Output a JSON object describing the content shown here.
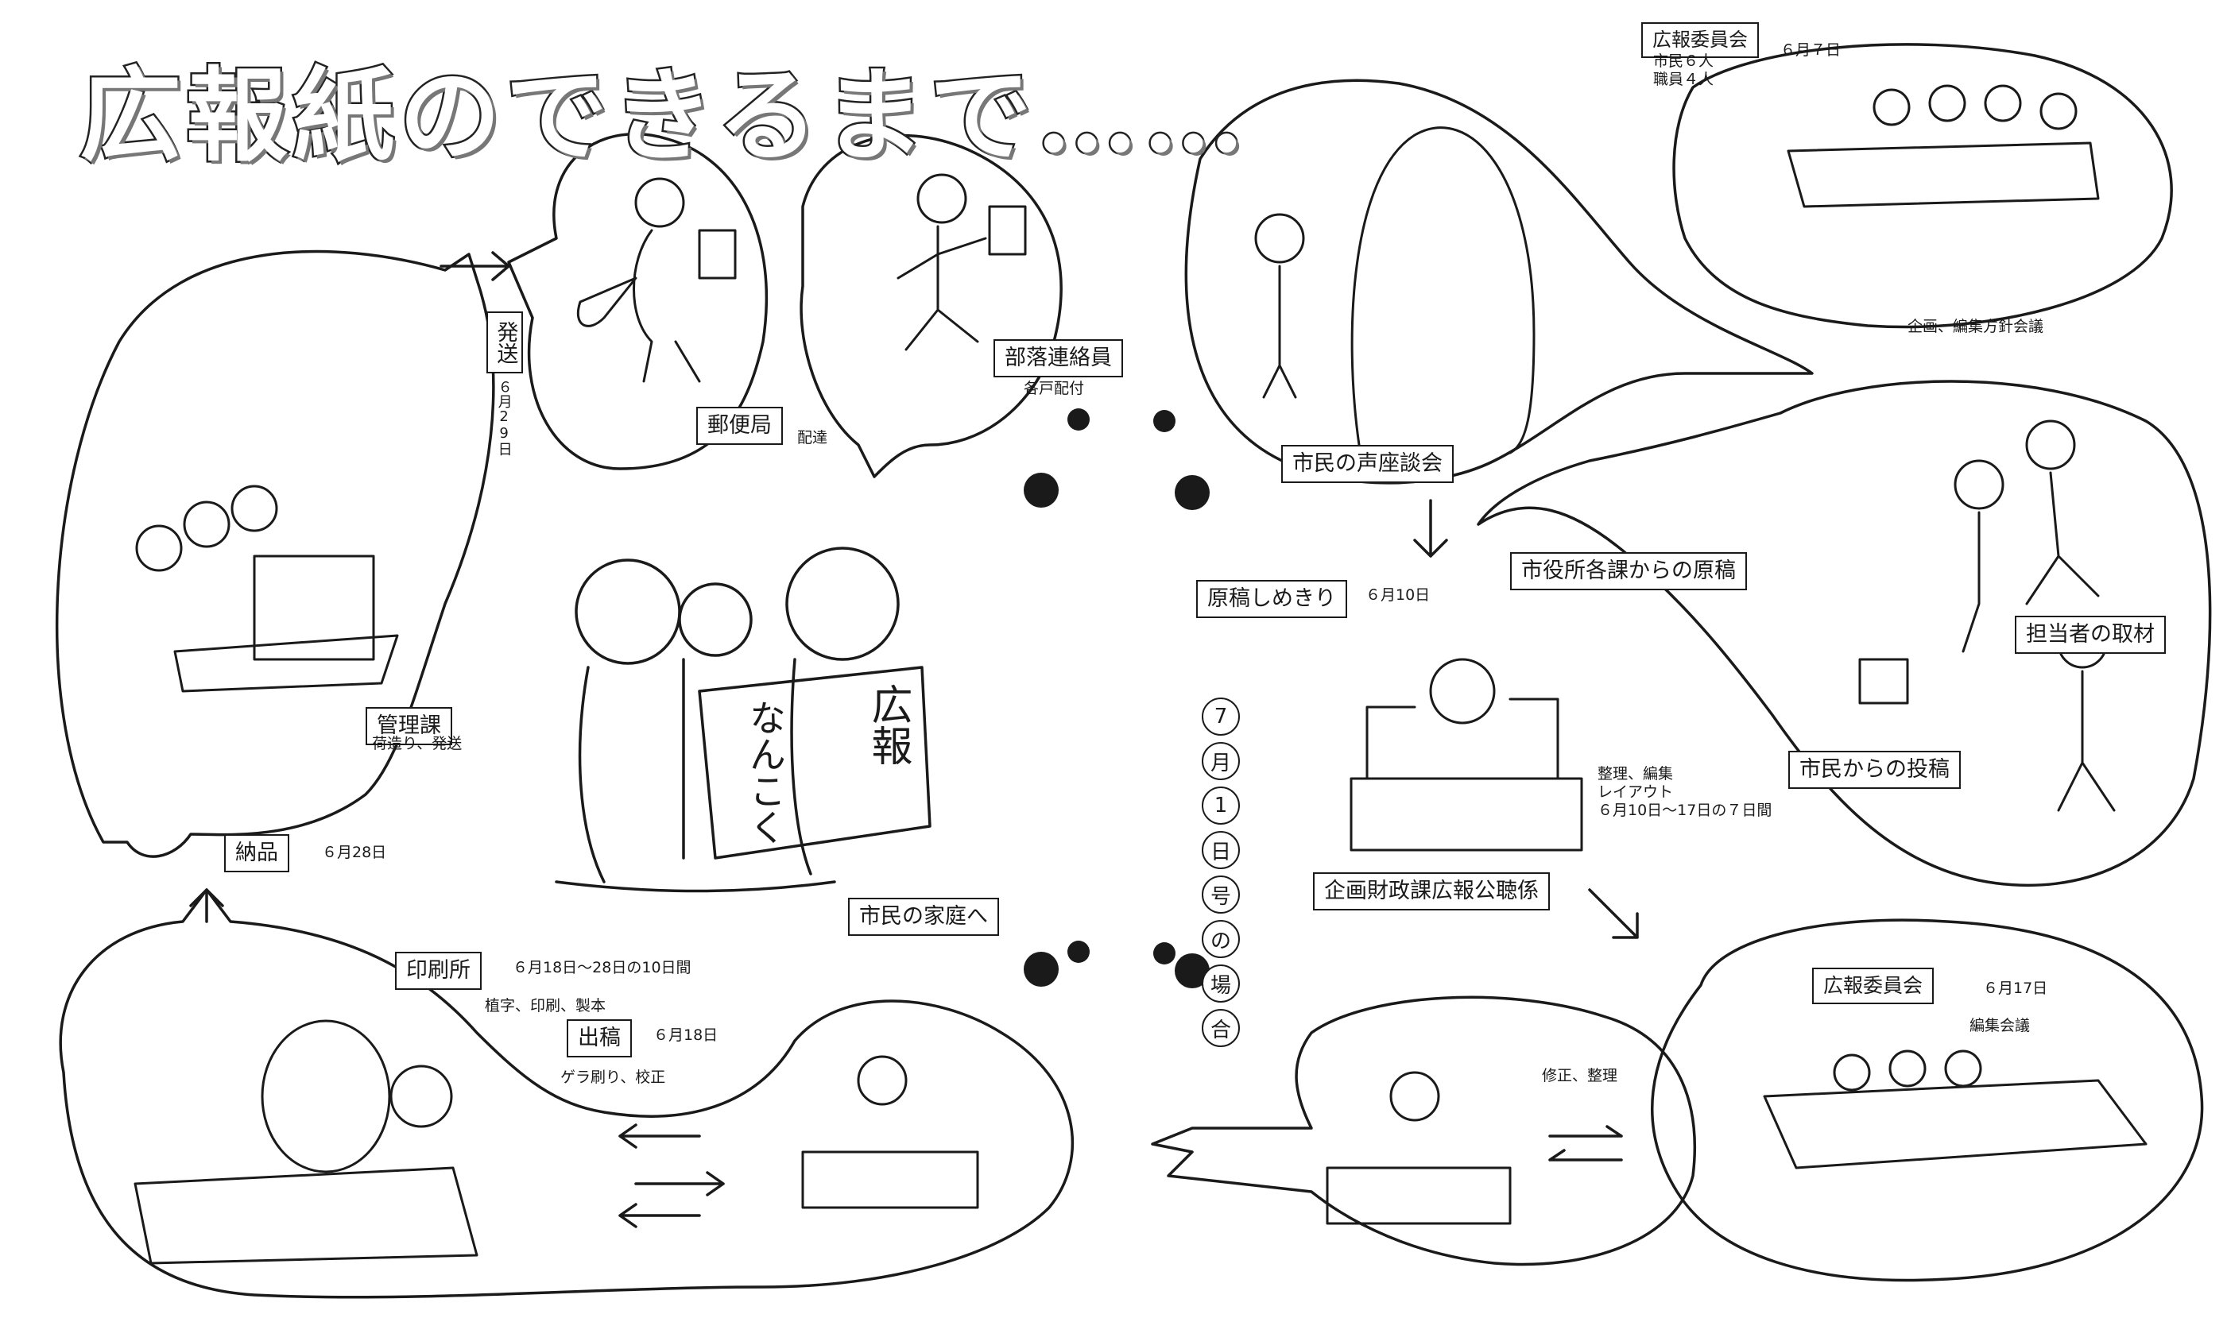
{
  "title": "広報紙のできるまで……",
  "date_badge": [
    "7",
    "月",
    "1",
    "日",
    "号",
    "の",
    "場",
    "合"
  ],
  "book_text": {
    "right": "広報",
    "left": "なんこく"
  },
  "stages": {
    "committee1": {
      "label": "広報委員会",
      "members": "市民６人\n職員４人",
      "date": "６月７日",
      "note": "企画、編集方針会議"
    },
    "forum": {
      "label": "市民の声座談会"
    },
    "manuscripts_city": {
      "label": "市役所各課からの原稿"
    },
    "coverage": {
      "label": "担当者の取材"
    },
    "citizen_posts": {
      "label": "市民からの投稿"
    },
    "deadline": {
      "label": "原稿しめきり",
      "date": "６月10日"
    },
    "editing": {
      "note": "整理、編集\nレイアウト\n６月10日～17日の７日間"
    },
    "pr_section": {
      "label": "企画財政課広報公聴係"
    },
    "committee2": {
      "label": "広報委員会",
      "date": "６月17日",
      "note": "編集会議"
    },
    "revise": {
      "note": "修正、整理"
    },
    "submit": {
      "label": "出稿",
      "date": "６月18日",
      "note": "ゲラ刷り、校正"
    },
    "printer": {
      "label": "印刷所",
      "date": "６月18日～28日の10日間",
      "note": "植字、印刷、製本"
    },
    "delivery": {
      "label": "納品",
      "date": "６月28日"
    },
    "admin": {
      "label": "管理課",
      "note": "荷造り、発送"
    },
    "dispatch": {
      "label": "発送",
      "date": "６月29日"
    },
    "post_office": {
      "label": "郵便局",
      "note": "配達"
    },
    "liaison": {
      "label": "部落連絡員",
      "note": "各戸配付"
    },
    "homes": {
      "label": "市民の家庭へ"
    }
  },
  "colors": {
    "ink": "#1a1a1a",
    "paper": "#ffffff"
  }
}
